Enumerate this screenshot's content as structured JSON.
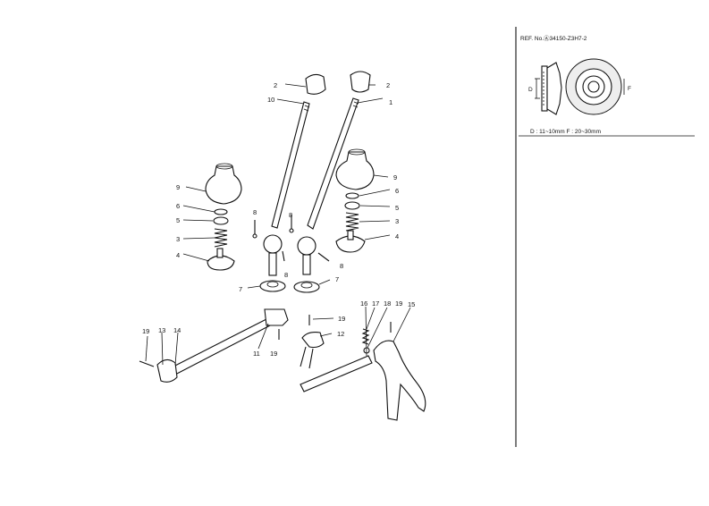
{
  "ref_box": {
    "ref_text": "REF. No.Ⓐ34150-Z3H7-2",
    "dim_d": "D",
    "dim_f": "F",
    "size_text": "D : 11~10mm   F : 20~30mm"
  },
  "labels": {
    "l1": "1",
    "l2a": "2",
    "l2b": "2",
    "l3a": "3",
    "l3b": "3",
    "l4a": "4",
    "l4b": "4",
    "l5a": "5",
    "l5b": "5",
    "l6a": "6",
    "l6b": "6",
    "l7a": "7",
    "l7b": "7",
    "l8a": "8",
    "l8b": "8",
    "l8c": "8",
    "l8d": "8",
    "l9a": "9",
    "l9b": "9",
    "l10": "10",
    "l11": "11",
    "l12": "12",
    "l13": "13",
    "l14": "14",
    "l15": "15",
    "l16": "16",
    "l17": "17",
    "l18": "18",
    "l19a": "19",
    "l19b": "19",
    "l19c": "19",
    "l19d": "19"
  }
}
